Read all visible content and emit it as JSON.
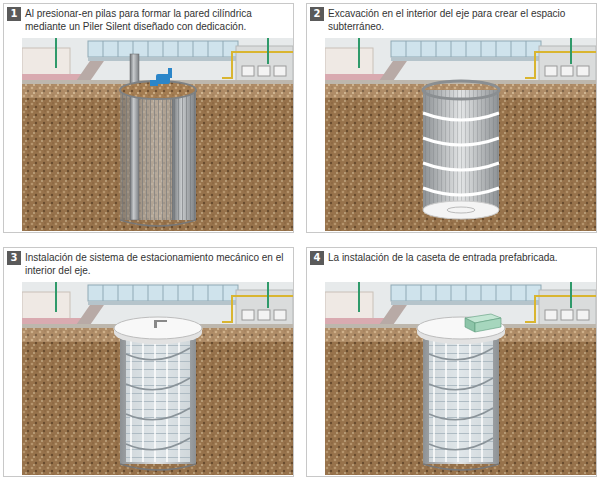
{
  "diagram": {
    "nodes": [
      {
        "text": [
          "Al presionar-en pilas para formar la pared cilíndrica mediante un Piler Silent diseñado con dedicación."
        ]
      },
      {
        "text": [
          "1"
        ],
        "in": 0
      },
      {
        "text": [
          "Excavación en el interior del eje para crear el espacio subterráneo."
        ]
      },
      {
        "text": [
          "2"
        ],
        "in": 2
      },
      {
        "text": [
          "Instalación de sistema de estacionamiento mecánico en el interior del eje."
        ]
      },
      {
        "text": [
          "3"
        ],
        "in": 4
      },
      {
        "text": [
          "La instalación de la caseta de entrada prefabricada."
        ]
      },
      {
        "text": [
          "4"
        ],
        "in": 6
      }
    ]
  }
}
